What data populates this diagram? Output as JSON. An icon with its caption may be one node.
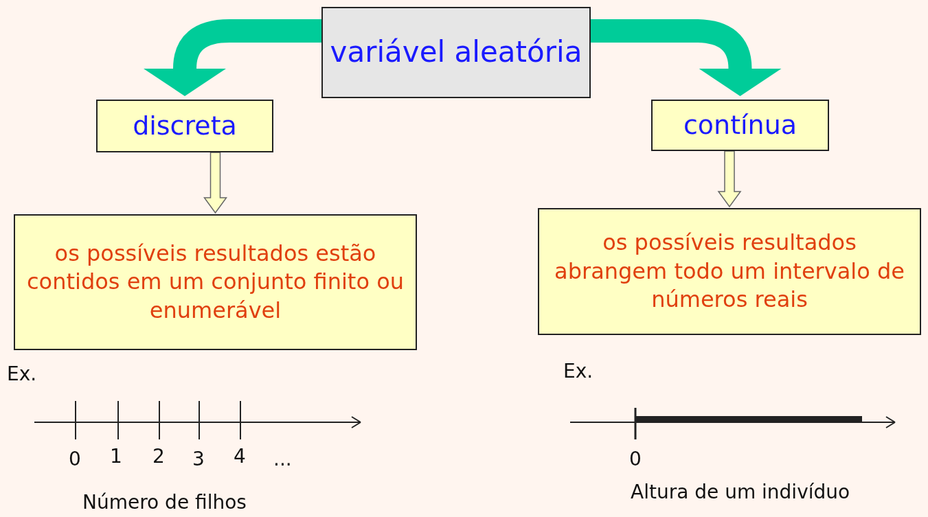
{
  "diagram": {
    "nodes": [
      {
        "text": [
          "variável aleatória"
        ]
      },
      {
        "text": [
          "discreta"
        ]
      },
      {
        "text": [
          "contínua"
        ]
      },
      {
        "text": [
          "os possíveis resultados estão contidos em um conjunto finito ou enumerável"
        ]
      },
      {
        "text": [
          "os possíveis resultados abrangem todo um intervalo de números reais"
        ]
      }
    ],
    "edges": [
      {
        "from": 0,
        "to": 1,
        "arrow": "to",
        "color": "#00cc99"
      },
      {
        "from": 0,
        "to": 2,
        "arrow": "to",
        "color": "#00cc99"
      },
      {
        "from": 1,
        "to": 3,
        "arrow": "to"
      },
      {
        "from": 2,
        "to": 4,
        "arrow": "to"
      }
    ],
    "labels": [
      "Ex.",
      "0",
      "1",
      "2",
      "3",
      "4",
      "...",
      "Número de filhos",
      "Ex.",
      "0",
      "Altura de um indivíduo"
    ]
  }
}
